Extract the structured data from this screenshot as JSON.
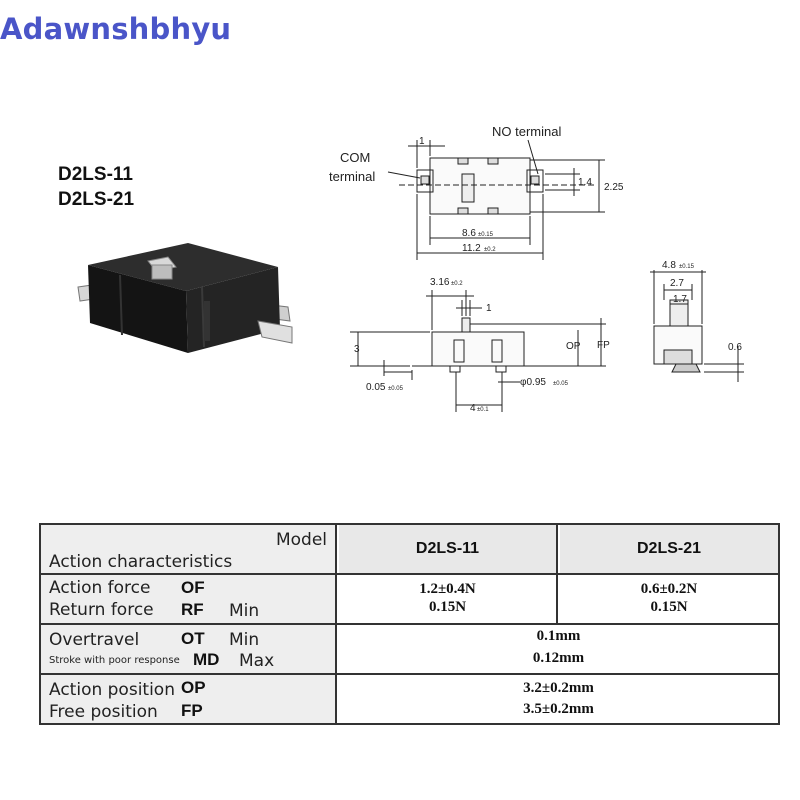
{
  "watermark": "Adawnshbhyu",
  "models": {
    "line1": "D2LS-11",
    "line2": "D2LS-21"
  },
  "drawing": {
    "labels": {
      "com_line1": "COM",
      "com_line2": "terminal",
      "no_terminal": "NO terminal",
      "op": "OP",
      "fp": "FP"
    },
    "dims": {
      "d1_top": "1",
      "d1_4": "1.4",
      "d2_25": "2.25",
      "d8_6": "8.6",
      "d8_6_tol": "±0.15",
      "d11_2": "11.2",
      "d11_2_tol": "±0.2",
      "d3_16": "3.16",
      "d3_16_tol": "±0.2",
      "d1_side": "1",
      "d3": "3",
      "d0_05": "0.05",
      "d0_05_tol": "±0.05",
      "d0_95": "φ0.95",
      "d0_95_tol": "±0.05",
      "d4": "4",
      "d4_tol": "±0.1",
      "d4_8": "4.8",
      "d4_8_tol": "±0.15",
      "d2_7": "2.7",
      "d1_7": "1.7",
      "d0_6": "0.6"
    }
  },
  "table": {
    "header": {
      "model": "Model",
      "characteristics": "Action characteristics",
      "col1": "D2LS-11",
      "col2": "D2LS-21"
    },
    "rows": [
      {
        "lines": [
          {
            "name": "Action force",
            "code": "OF",
            "qual": ""
          },
          {
            "name": "Return force",
            "code": "RF",
            "qual": "Min"
          }
        ],
        "col1": [
          "1.2±0.4N",
          "0.15N"
        ],
        "col2": [
          "0.6±0.2N",
          "0.15N"
        ]
      },
      {
        "lines": [
          {
            "name": "Overtravel",
            "code": "OT",
            "qual": "Min"
          },
          {
            "name": "Stroke with poor response",
            "code": "MD",
            "qual": "Max"
          }
        ],
        "merged": [
          "0.1mm",
          "0.12mm"
        ]
      },
      {
        "lines": [
          {
            "name": "Action position",
            "code": "OP",
            "qual": ""
          },
          {
            "name": "Free position",
            "code": "FP",
            "qual": ""
          }
        ],
        "merged": [
          "3.2±0.2mm",
          "3.5±0.2mm"
        ]
      }
    ]
  }
}
